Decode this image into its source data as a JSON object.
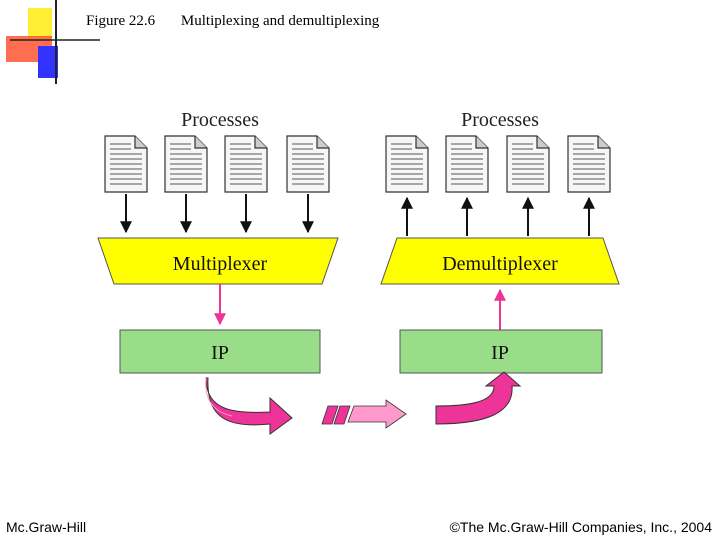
{
  "caption": {
    "figure_label": "Figure 22.6",
    "title": "Multiplexing and demultiplexing"
  },
  "footer": {
    "publisher": "Mc.Graw-Hill",
    "copyright": "©The Mc.Graw-Hill Companies, Inc., 2004"
  },
  "diagram": {
    "left_processes_label": "Processes",
    "right_processes_label": "Processes",
    "multiplexer_label": "Multiplexer",
    "demultiplexer_label": "Demultiplexer",
    "left_ip_label": "IP",
    "right_ip_label": "IP",
    "colors": {
      "trapezoid": "#ffff00",
      "ip_box": "#99dd88",
      "arrow_pink": "#ee3399",
      "arrow_light": "#ff99cc",
      "corner_yellow": "#ffee33",
      "corner_red": "#ff3300",
      "corner_blue": "#3333ff"
    }
  }
}
